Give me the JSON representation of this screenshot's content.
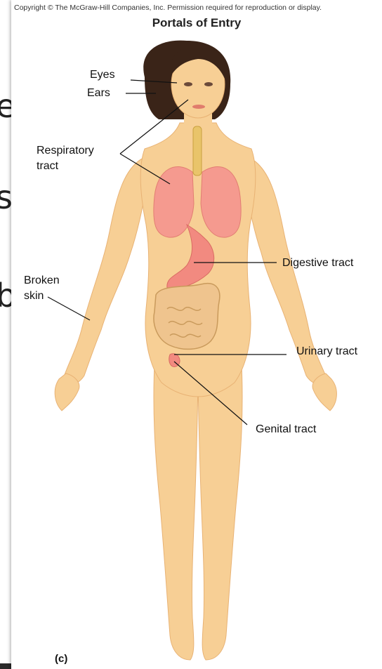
{
  "slide": {
    "fragments": [
      "e",
      "s",
      "b"
    ]
  },
  "figure": {
    "copyright": "Copyright © The McGraw-Hill Companies, Inc. Permission required for reproduction or display.",
    "title": "Portals of Entry",
    "panel": "(c)",
    "labels": {
      "eyes": "Eyes",
      "ears": "Ears",
      "respiratory_line1": "Respiratory",
      "respiratory_line2": "tract",
      "digestive": "Digestive tract",
      "broken_skin_line1": "Broken",
      "broken_skin_line2": "skin",
      "urinary": "Urinary tract",
      "genital": "Genital tract"
    }
  },
  "colors": {
    "skin": "#f7cf95",
    "skin_shadow": "#e8b274",
    "hair": "#3a2418",
    "lung": "#f59a8f",
    "stomach": "#f28a80",
    "intestine": "#efc48e",
    "trachea": "#e9c46a"
  }
}
